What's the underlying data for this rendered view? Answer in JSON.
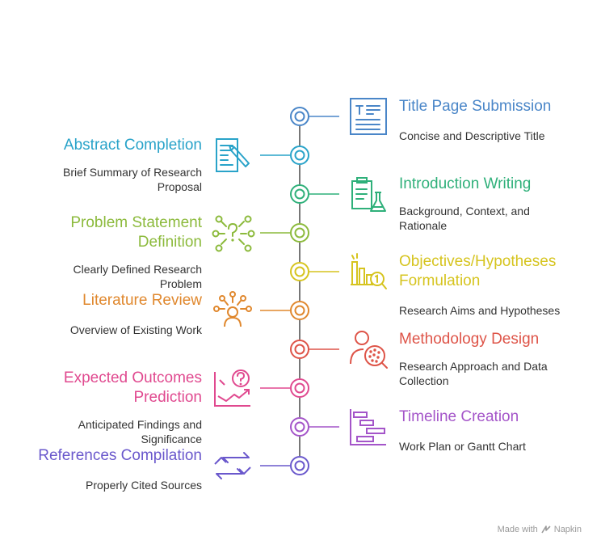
{
  "steps": [
    {
      "title": "Title Page Submission",
      "desc": "Concise and Descriptive Title",
      "side": "right",
      "color": "#4a86c8",
      "icon": "title-page-icon"
    },
    {
      "title": "Abstract Completion",
      "desc": "Brief Summary of Research Proposal",
      "side": "left",
      "color": "#29a3c9",
      "icon": "document-edit-icon"
    },
    {
      "title": "Introduction Writing",
      "desc": "Background, Context, and Rationale",
      "side": "right",
      "color": "#2fb07a",
      "icon": "clipboard-flask-icon"
    },
    {
      "title": "Problem Statement Definition",
      "desc": "Clearly Defined Research Problem",
      "side": "left",
      "color": "#8cba3c",
      "icon": "question-network-icon"
    },
    {
      "title": "Objectives/Hypotheses Formulation",
      "desc": "Research Aims and Hypotheses",
      "side": "right",
      "color": "#d6c41f",
      "icon": "chart-magnify-icon"
    },
    {
      "title": "Literature Review",
      "desc": "Overview of Existing Work",
      "side": "left",
      "color": "#e0882e",
      "icon": "person-ideas-icon"
    },
    {
      "title": "Methodology Design",
      "desc": "Research Approach and Data Collection",
      "side": "right",
      "color": "#de5448",
      "icon": "person-search-icon"
    },
    {
      "title": "Expected Outcomes Prediction",
      "desc": "Anticipated Findings and Significance",
      "side": "left",
      "color": "#e0498f",
      "icon": "trend-question-icon"
    },
    {
      "title": "Timeline Creation",
      "desc": "Work Plan or Gantt Chart",
      "side": "right",
      "color": "#a455c9",
      "icon": "gantt-chart-icon"
    },
    {
      "title": "References Compilation",
      "desc": "Properly Cited Sources",
      "side": "left",
      "color": "#6a58cc",
      "icon": "exchange-arrows-icon"
    }
  ],
  "footer": {
    "prefix": "Made with",
    "brand": "Napkin"
  }
}
